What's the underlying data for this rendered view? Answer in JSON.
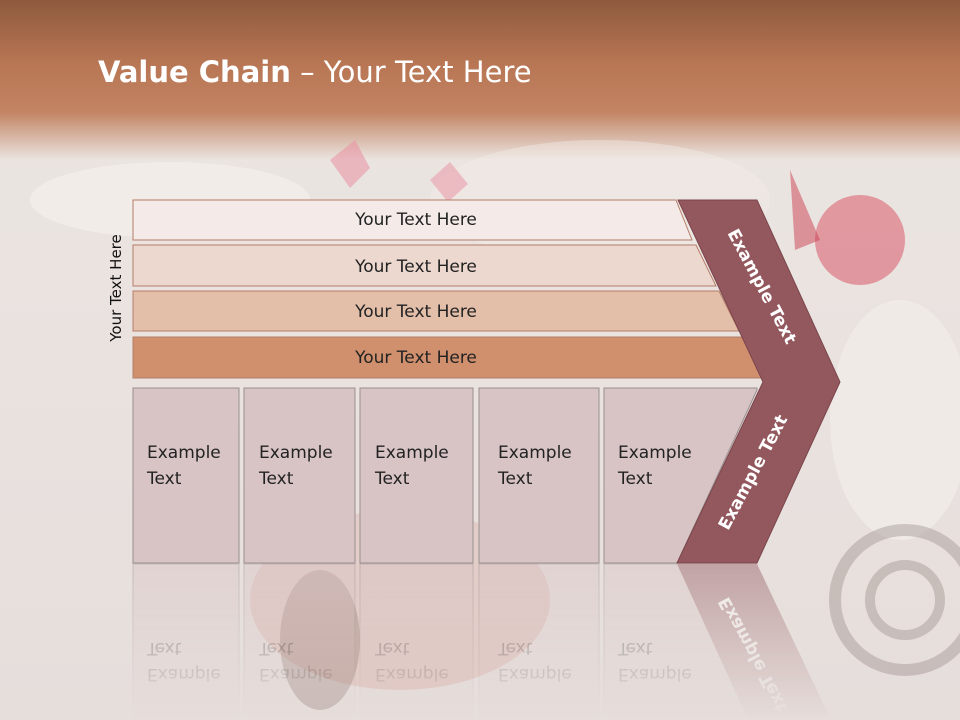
{
  "title": {
    "bold": "Value Chain",
    "rest": " – Your Text Here"
  },
  "side_label": "Your Text Here",
  "bars": [
    {
      "label": "Your Text Here",
      "fill": "#f4ebe8"
    },
    {
      "label": "Your Text Here",
      "fill": "#ecd8cf"
    },
    {
      "label": "Your Text Here",
      "fill": "#e3bfaa"
    },
    {
      "label": "Your Text Here",
      "fill": "#d0906e"
    }
  ],
  "boxes": [
    {
      "line1": "Example",
      "line2": "Text"
    },
    {
      "line1": "Example",
      "line2": "Text"
    },
    {
      "line1": "Example",
      "line2": "Text"
    },
    {
      "line1": "Example",
      "line2": "Text"
    },
    {
      "line1": "Example",
      "line2": "Text"
    }
  ],
  "arrow_top_label": "Example Text",
  "arrow_bottom_label": "Example Text",
  "colors": {
    "arrow": "#93585e",
    "box": "#d8c4c5",
    "header": "#b87654"
  }
}
